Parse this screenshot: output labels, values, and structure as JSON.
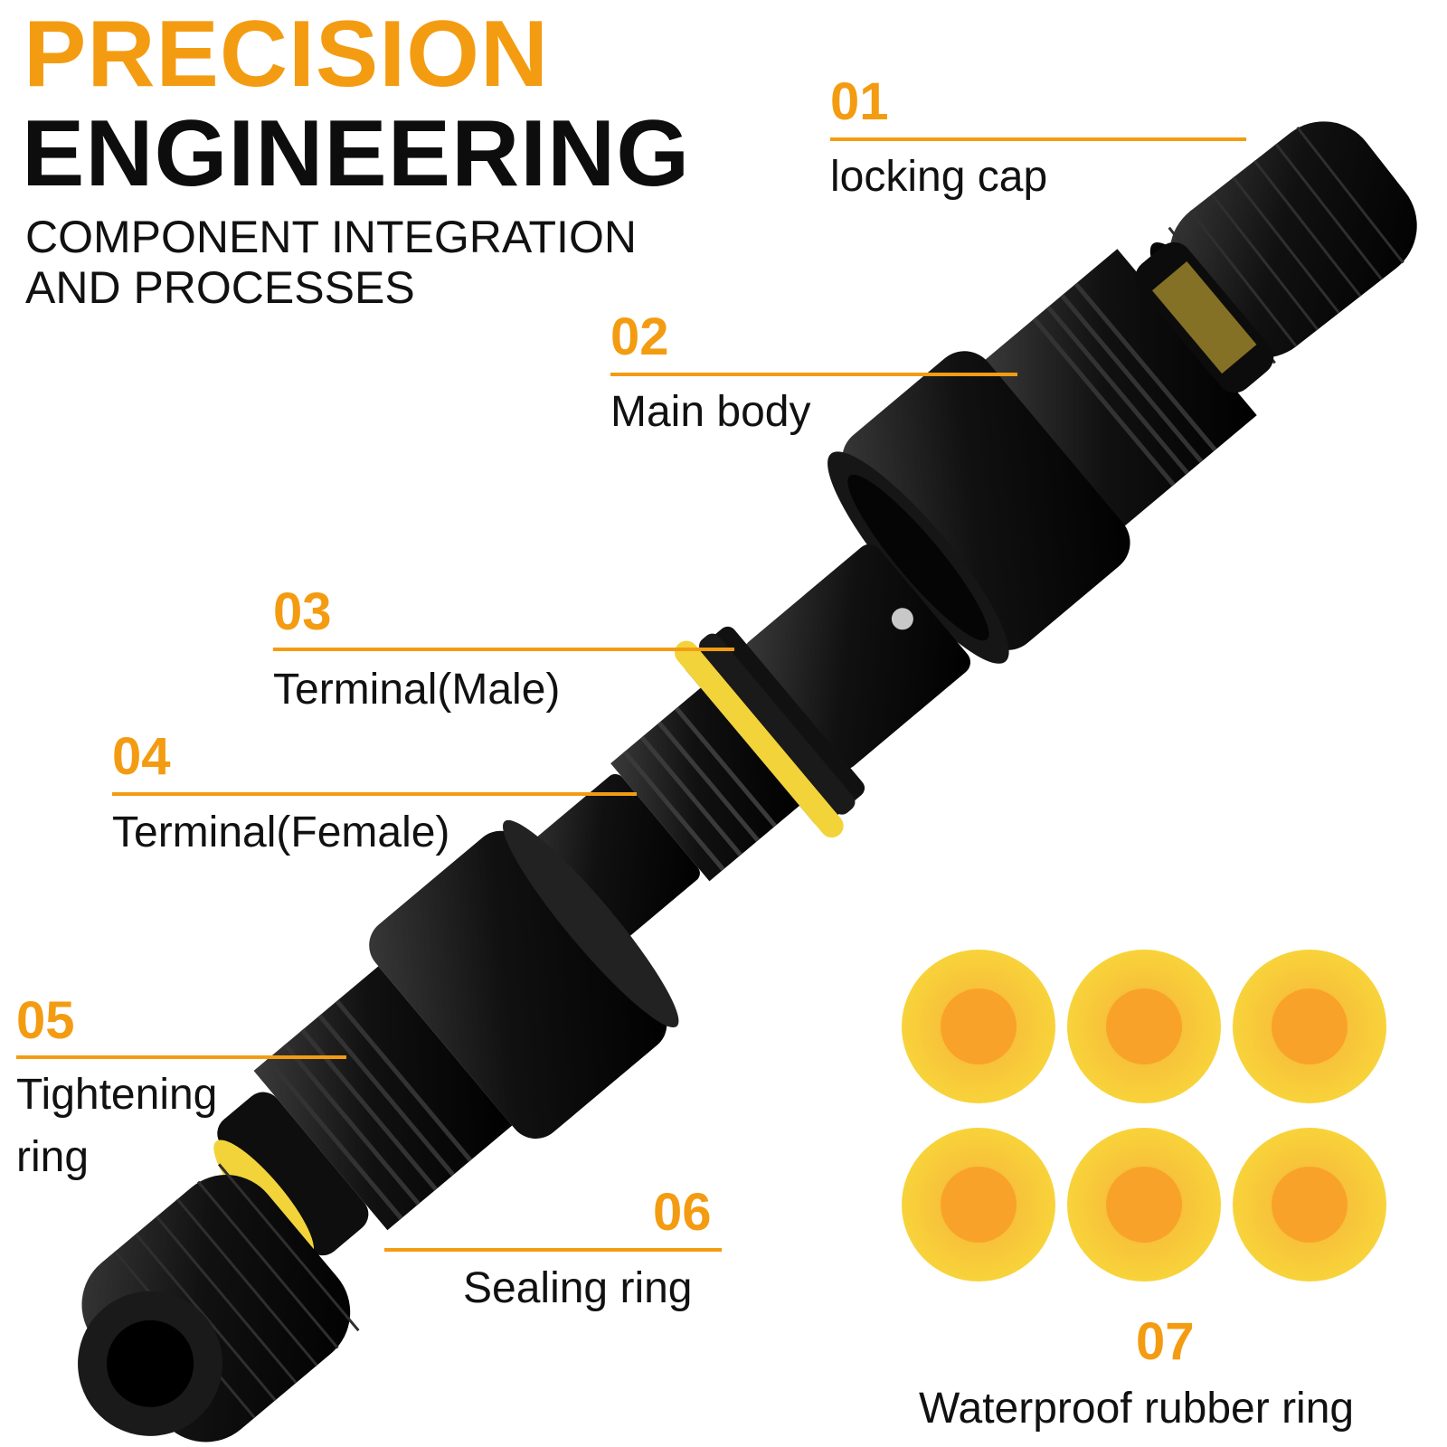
{
  "header": {
    "title_line1": "PRECISION",
    "title_line2": "ENGINEERING",
    "subtitle_line1": "COMPONENT INTEGRATION",
    "subtitle_line2": "AND PROCESSES"
  },
  "parts": [
    {
      "number": "01",
      "label": "locking cap"
    },
    {
      "number": "02",
      "label": "Main body"
    },
    {
      "number": "03",
      "label": "Terminal(Male)"
    },
    {
      "number": "04",
      "label": "Terminal(Female)"
    },
    {
      "number": "05",
      "label_line1": "Tightening",
      "label_line2": "ring"
    },
    {
      "number": "06",
      "label": "Sealing ring"
    },
    {
      "number": "07",
      "label": "Waterproof rubber ring"
    }
  ],
  "colors": {
    "accent": "#F39C12",
    "text": "#111111",
    "plastic": "#111111",
    "ring_yellow": "#F8D33A",
    "ring_orange": "#F9A22A"
  }
}
